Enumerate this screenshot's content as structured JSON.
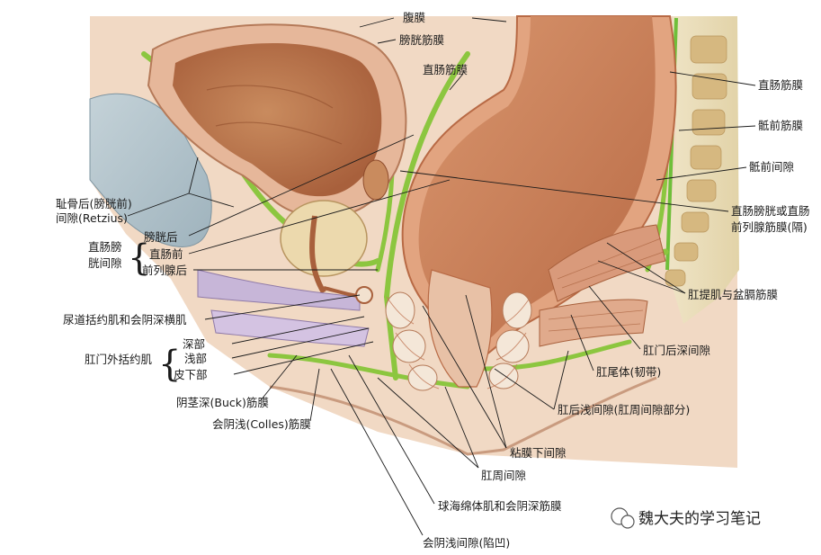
{
  "labels": {
    "peritoneum": "腹膜",
    "vesical_fascia": "膀胱筋膜",
    "rectal_fascia_top": "直肠筋膜",
    "rectal_fascia_right": "直肠筋膜",
    "presacral_fascia": "骶前筋膜",
    "presacral_space": "骶前间隙",
    "rectovesical_septum_line1": "直肠膀胱或直肠",
    "rectovesical_septum_line2": "前列腺筋膜(隔)",
    "levator_ani": "肛提肌与盆膈筋膜",
    "retrorectal_deep_space": "肛门后深间隙",
    "anococcygeal_body": "肛尾体(韧带)",
    "retroanal_superficial_space": "肛后浅间隙(肛周间隙部分)",
    "submucosal_space": "粘膜下间隙",
    "perianal_space": "肛周间隙",
    "bulbospongiosus": "球海绵体肌和会阴深筋膜",
    "superficial_perineal_space": "会阴浅间隙(陷凹)",
    "colles_fascia": "会阴浅(Colles)筋膜",
    "buck_fascia": "阴茎深(Buck)筋膜",
    "retropubic_space_line1": "耻骨后(膀胱前)",
    "retropubic_space_line2": "间隙(Retzius)",
    "rectovesical_space_line1": "直肠膀",
    "rectovesical_space_line2": "胱间隙",
    "retrovesical": "膀胱后",
    "prerectal": "直肠前",
    "retroprostatic": "前列腺后",
    "urethral_sphincter": "尿道括约肌和会阴深横肌",
    "external_sphincter_line1": "肛门外括约肌",
    "deep_part": "深部",
    "superficial_part": "浅部",
    "subcutaneous_part": "皮下部"
  },
  "watermark": "魏大夫的学习笔记"
}
